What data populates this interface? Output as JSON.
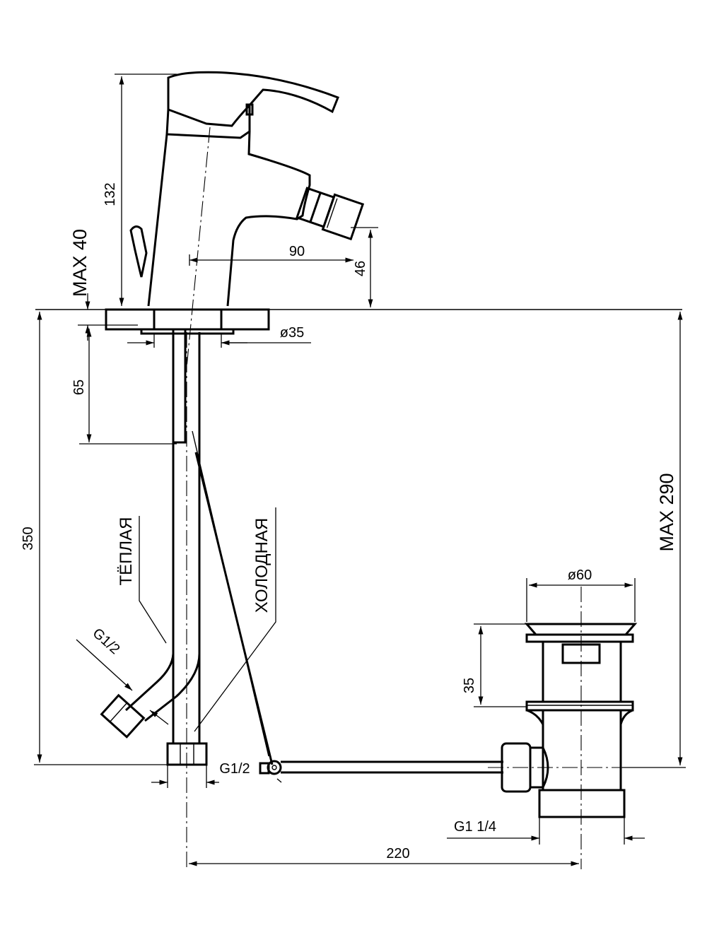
{
  "dimensions": {
    "height_132": "132",
    "max_40": "MAX 40",
    "reach_90": "90",
    "height_46": "46",
    "diameter_35": "ø35",
    "length_65": "65",
    "length_350": "350",
    "max_290": "MAX 290",
    "diameter_60": "ø60",
    "height_35": "35",
    "length_220": "220"
  },
  "threads": {
    "warm_inlet": "G1/2",
    "cold_inlet": "G1/2",
    "drain": "G1 1/4"
  },
  "labels": {
    "warm": "ТЁПЛАЯ",
    "cold": "ХОЛОДНАЯ"
  },
  "colors": {
    "line": "#000000",
    "background": "#ffffff"
  }
}
